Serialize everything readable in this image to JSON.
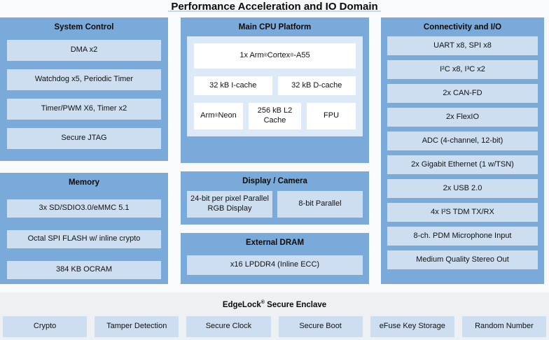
{
  "page": {
    "title": "Performance Acceleration and IO Domain"
  },
  "colors": {
    "panel_blue": "#79aad9",
    "item_light_blue": "#ccdeef",
    "cpu_inner_blue": "#dce9f6",
    "white_box": "#ffffff",
    "strip_background": "#eef1f4",
    "title_rule": "#c5daee",
    "text": "#121212"
  },
  "panels": {
    "system_control": {
      "title": "System Control",
      "items": [
        "DMA x2",
        "Watchdog x5, Periodic Timer",
        "Timer/PWM X6, Timer x2",
        "Secure JTAG"
      ]
    },
    "memory": {
      "title": "Memory",
      "items": [
        "3x SD/SDIO3.0/eMMC 5.1",
        "Octal SPI FLASH w/ inline crypto",
        "384 KB OCRAM"
      ]
    },
    "main_cpu": {
      "title": "Main CPU Platform",
      "core": "1x Arm® Cortex®-A55",
      "icache": "32 kB I-cache",
      "dcache": "32 kB D-cache",
      "neon": "Arm® Neon",
      "l2": "256 kB L2 Cache",
      "fpu": "FPU"
    },
    "display_camera": {
      "title": "Display / Camera",
      "items": [
        "24-bit per pixel Parallel RGB Display",
        "8-bit Parallel"
      ]
    },
    "external_dram": {
      "title": "External DRAM",
      "items": [
        "x16 LPDDR4 (Inline ECC)"
      ]
    },
    "connectivity": {
      "title": "Connectivity and I/O",
      "items": [
        "UART x8, SPI x8",
        "I²C x8, I³C x2",
        "2x CAN-FD",
        "2x FlexIO",
        "ADC (4-channel, 12-bit)",
        "2x Gigabit Ethernet (1 w/TSN)",
        "2x USB 2.0",
        "4x I²S TDM TX/RX",
        "8-ch. PDM Microphone Input",
        "Medium Quality Stereo Out"
      ]
    },
    "secure_enclave": {
      "title": "EdgeLock® Secure Enclave",
      "items": [
        "Crypto",
        "Tamper Detection",
        "Secure Clock",
        "Secure Boot",
        "eFuse Key Storage",
        "Random Number"
      ]
    }
  }
}
